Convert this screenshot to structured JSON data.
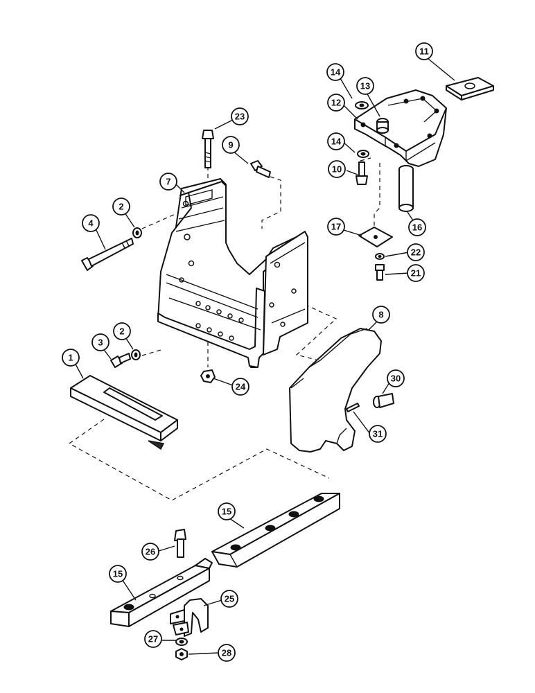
{
  "callouts": [
    {
      "id": "c1",
      "label": "1"
    },
    {
      "id": "c2a",
      "label": "2"
    },
    {
      "id": "c2b",
      "label": "2"
    },
    {
      "id": "c3",
      "label": "3"
    },
    {
      "id": "c4",
      "label": "4"
    },
    {
      "id": "c7",
      "label": "7"
    },
    {
      "id": "c8",
      "label": "8"
    },
    {
      "id": "c9",
      "label": "9"
    },
    {
      "id": "c10",
      "label": "10"
    },
    {
      "id": "c11",
      "label": "11"
    },
    {
      "id": "c12",
      "label": "12"
    },
    {
      "id": "c13",
      "label": "13"
    },
    {
      "id": "c14a",
      "label": "14"
    },
    {
      "id": "c14b",
      "label": "14"
    },
    {
      "id": "c15a",
      "label": "15"
    },
    {
      "id": "c15b",
      "label": "15"
    },
    {
      "id": "c16",
      "label": "16"
    },
    {
      "id": "c17",
      "label": "17"
    },
    {
      "id": "c21",
      "label": "21"
    },
    {
      "id": "c22",
      "label": "22"
    },
    {
      "id": "c23",
      "label": "23"
    },
    {
      "id": "c24",
      "label": "24"
    },
    {
      "id": "c25",
      "label": "25"
    },
    {
      "id": "c26",
      "label": "26"
    },
    {
      "id": "c27",
      "label": "27"
    },
    {
      "id": "c28",
      "label": "28"
    },
    {
      "id": "c30",
      "label": "30"
    },
    {
      "id": "c31",
      "label": "31"
    }
  ]
}
